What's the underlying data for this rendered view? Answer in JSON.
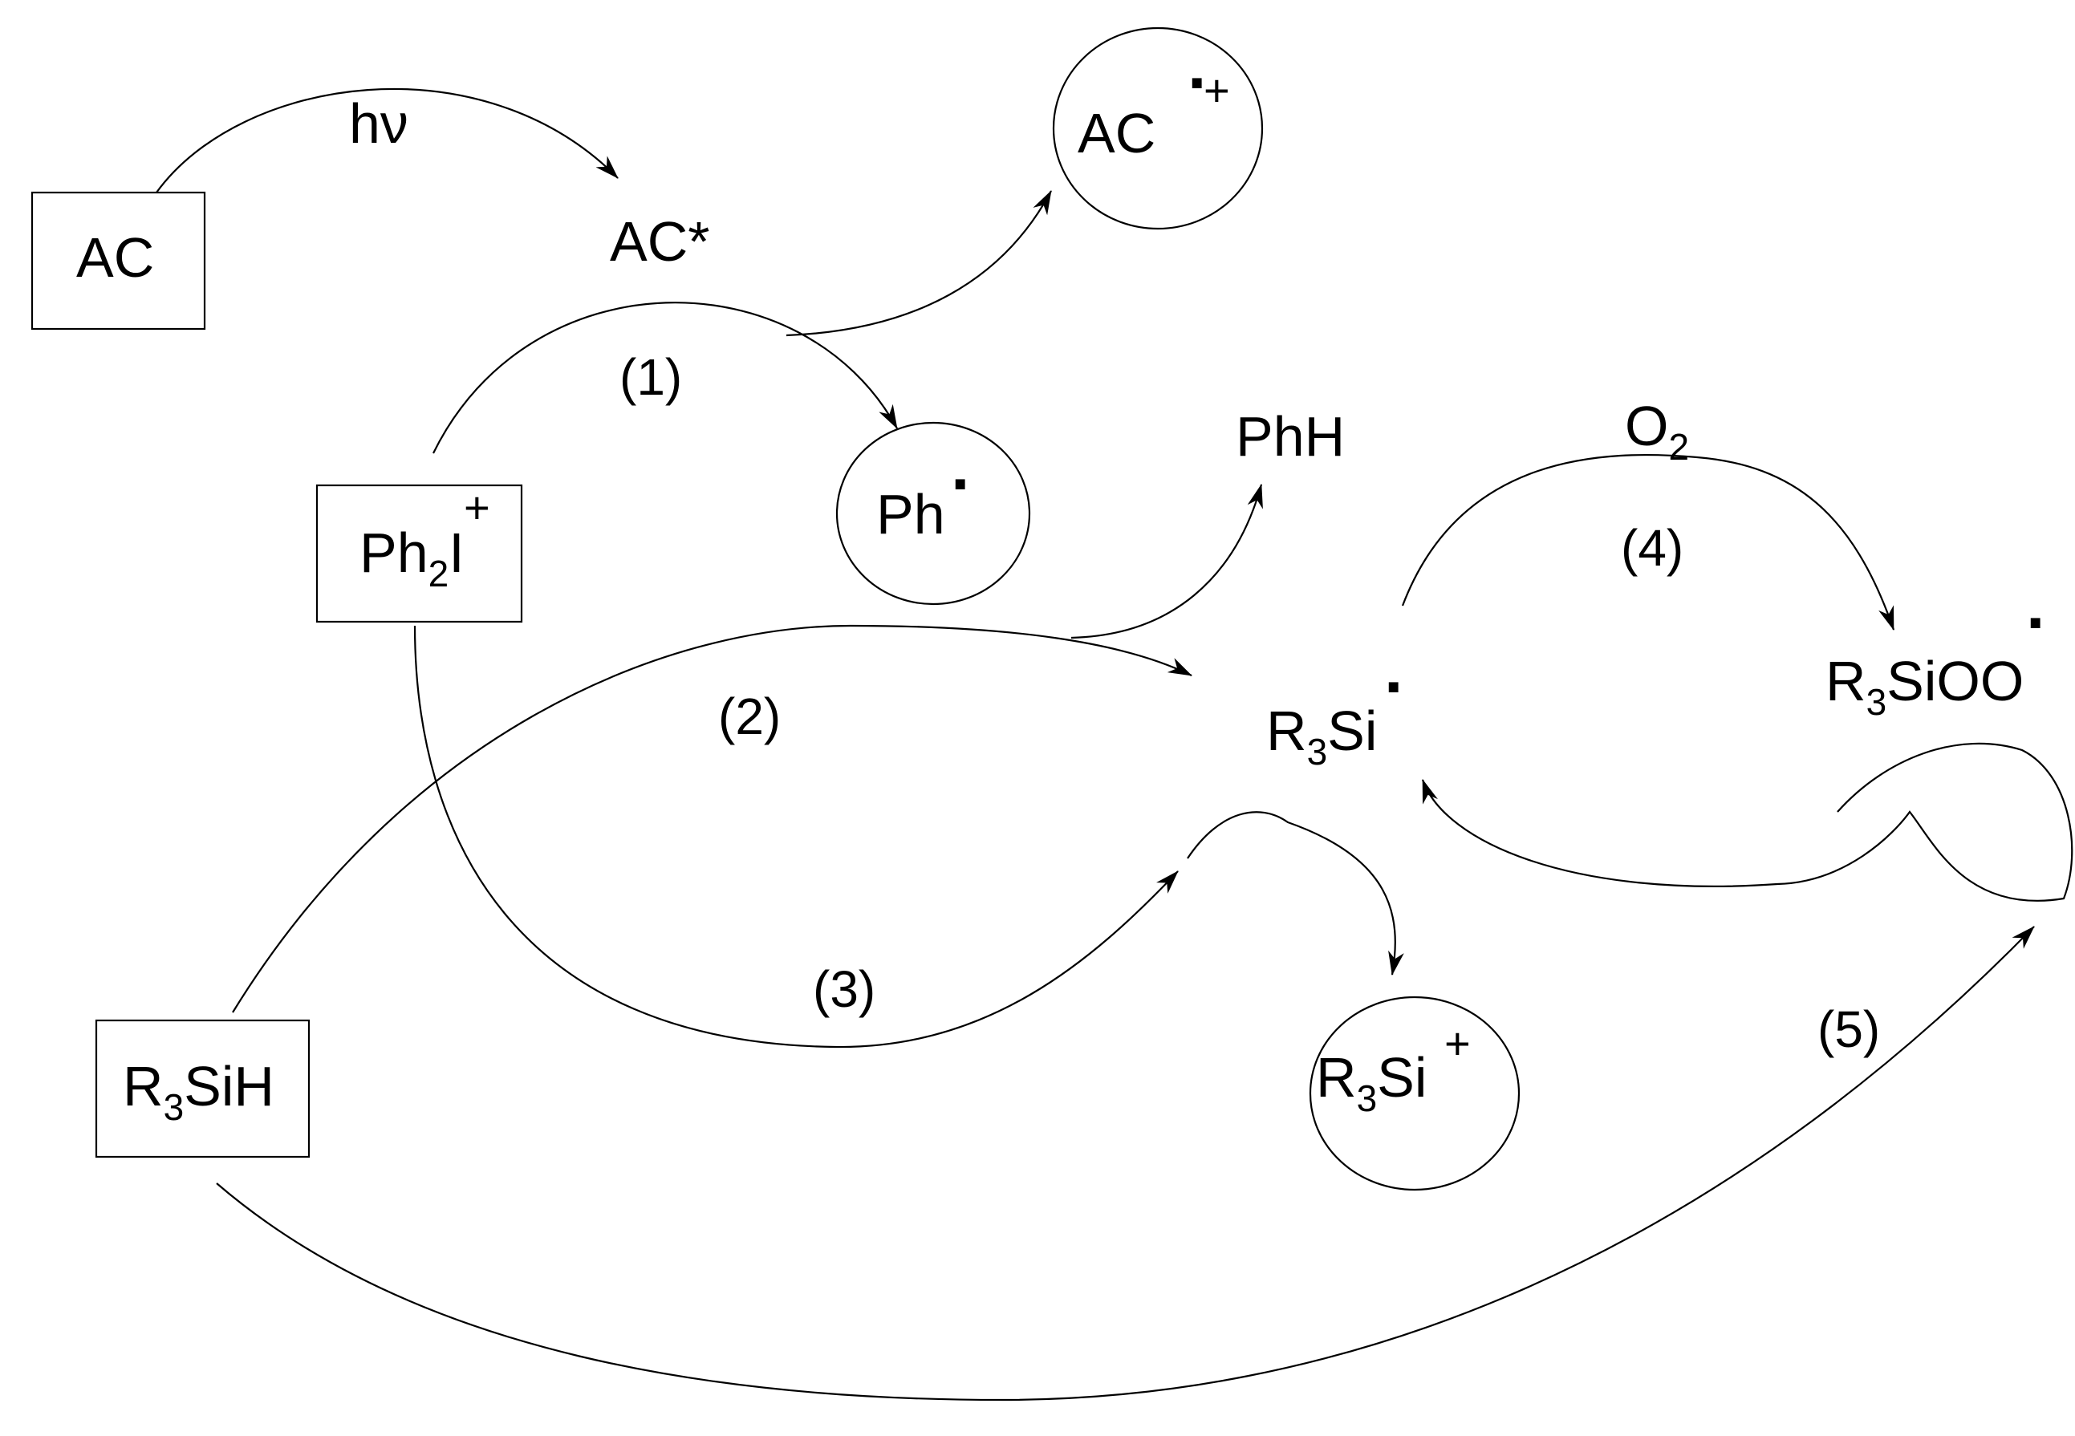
{
  "species": {
    "ac": "AC",
    "hv": "hν",
    "ac_excited": "AC*",
    "ac_radical_cation": {
      "base": "AC",
      "dot": "·",
      "charge": "+"
    },
    "iodonium": {
      "a": "Ph",
      "sub": "2",
      "b": "I",
      "charge": "+"
    },
    "phenyl_radical": {
      "base": "Ph",
      "dot": "·"
    },
    "benzene": "PhH",
    "oxygen": {
      "base": "O",
      "sub": "2"
    },
    "silane": {
      "a": "R",
      "sub": "3",
      "b": "SiH"
    },
    "silyl_radical": {
      "a": "R",
      "sub": "3",
      "b": "Si",
      "dot": "·"
    },
    "silylperoxyl_radical": {
      "a": "R",
      "sub": "3",
      "b": "SiOO",
      "dot": "·"
    },
    "silylium_cation": {
      "a": "R",
      "sub": "3",
      "b": "Si",
      "charge": "+"
    }
  },
  "steps": [
    "(1)",
    "(2)",
    "(3)",
    "(4)",
    "(5)"
  ]
}
